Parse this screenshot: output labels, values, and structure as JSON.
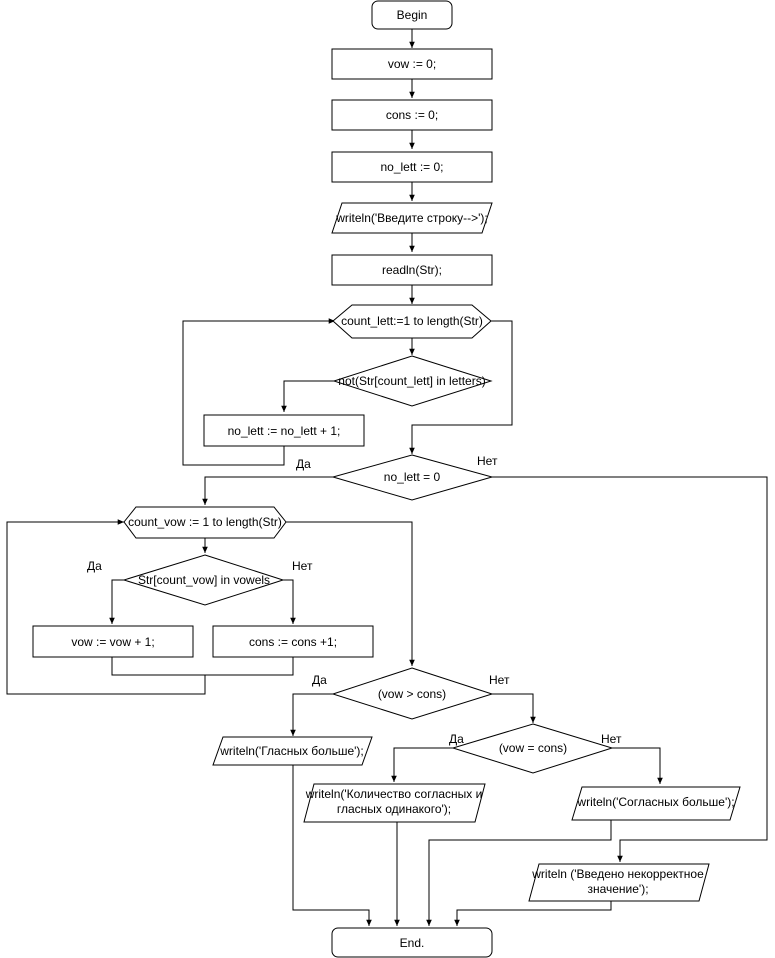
{
  "flowchart": {
    "begin": "Begin",
    "end": "End.",
    "vow_init": "vow := 0;",
    "cons_init": "cons := 0;",
    "no_lett_init": "no_lett := 0;",
    "prompt_output": "writeln('Введите строку-->');",
    "read_input": "readln(Str);",
    "loop_letters": "count_lett:=1 to length(Str)",
    "check_not_letter": "not(Str[count_lett] in letters)",
    "inc_no_lett": "no_lett := no_lett + 1;",
    "check_no_lett": "no_lett = 0",
    "loop_vowels": "count_vow := 1 to length(Str)",
    "check_vowel": "Str[count_vow] in vowels",
    "inc_vow": "vow := vow + 1;",
    "inc_cons": "cons := cons +1;",
    "compare_gt": "(vow > cons)",
    "compare_eq": "(vow = cons)",
    "out_vowels_more": "writeln('Гласных больше');",
    "out_equal_line1": "writeln('Количество согласных и",
    "out_equal_line2": "гласных одинакого');",
    "out_consonants_more": "writeln('Согласных больше');",
    "out_invalid_line1": "writeln ('Введено некорректное",
    "out_invalid_line2": "значение');"
  },
  "labels": {
    "yes": "Да",
    "no": "Нет"
  }
}
